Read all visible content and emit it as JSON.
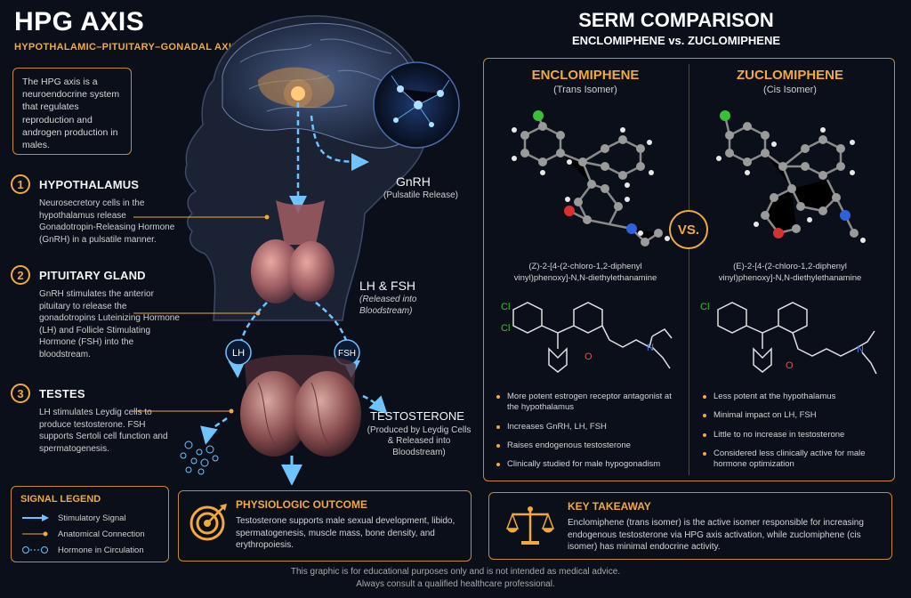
{
  "header": {
    "title": "HPG AXIS",
    "subtitle": "HYPOTHALAMIC–PITUITARY–GONADAL AXIS"
  },
  "intro": "The HPG axis is a neuroendocrine system that regulates reproduction and androgen production in males.",
  "steps": [
    {
      "num": "1",
      "title": "HYPOTHALAMUS",
      "text": "Neurosecretory cells in the hypothalamus release Gonadotropin-Releasing Hormone (GnRH) in a pulsatile manner."
    },
    {
      "num": "2",
      "title": "PITUITARY GLAND",
      "text": "GnRH stimulates the anterior pituitary to release the gonadotropins Luteinizing Hormone (LH) and Follicle Stimulating Hormone (FSH) into the bloodstream."
    },
    {
      "num": "3",
      "title": "TESTES",
      "text": "LH stimulates Leydig cells to produce testosterone. FSH supports Sertoli cell function and spermatogenesis."
    }
  ],
  "diagram_labels": {
    "gnrh": "GnRH",
    "gnrh_sub": "(Pulsatile Release)",
    "lh_fsh": "LH & FSH",
    "lh_fsh_sub1": "(Released into",
    "lh_fsh_sub2": "Bloodstream)",
    "lh": "LH",
    "fsh": "FSH",
    "testosterone": "TESTOSTERONE",
    "testosterone_sub1": "(Produced by Leydig Cells",
    "testosterone_sub2": "& Released into Bloodstream)"
  },
  "legend": {
    "title": "SIGNAL LEGEND",
    "items": [
      "Stimulatory Signal",
      "Anatomical Connection",
      "Hormone in Circulation"
    ]
  },
  "outcome": {
    "title": "PHYSIOLOGIC OUTCOME",
    "text": "Testosterone supports male sexual development, libido, spermatogenesis, muscle mass, bone density, and erythropoiesis."
  },
  "serm": {
    "title": "SERM COMPARISON",
    "subtitle": "ENCLOMIPHENE vs. ZUCLOMIPHENE",
    "vs": "VS.",
    "left": {
      "name": "ENCLOMIPHENE",
      "isomer": "(Trans Isomer)",
      "iupac1": "(Z)-2-[4-(2-chloro-1,2-diphenyl",
      "iupac2": "vinyl)phenoxy]-N,N-diethylethanamine",
      "bullets": [
        "More potent estrogen receptor antagonist at the hypothalamus",
        "Increases GnRH, LH, FSH",
        "Raises endogenous testosterone",
        "Clinically studied for male hypogonadism"
      ]
    },
    "right": {
      "name": "ZUCLOMIPHENE",
      "isomer": "(Cis Isomer)",
      "iupac1": "(E)-2-[4-(2-chloro-1,2-diphenyl",
      "iupac2": "vinyl)phenoxy]-N,N-diethylethanamine",
      "bullets": [
        "Less potent at the hypothalamus",
        "Minimal impact on LH, FSH",
        "Little to no increase in testosterone",
        "Considered less clinically active for male hormone optimization"
      ]
    },
    "atoms": {
      "cl": "Cl",
      "o": "O",
      "n": "N"
    }
  },
  "takeaway": {
    "title": "KEY TAKEAWAY",
    "text": "Enclomiphene (trans isomer) is the active isomer responsible for increasing endogenous testosterone via HPG axis activation, while zuclomiphene (cis isomer) has minimal endocrine activity."
  },
  "footer": {
    "line1": "This graphic is for educational purposes only and is not intended as medical advice.",
    "line2": "Always consult a qualified healthcare professional."
  }
}
